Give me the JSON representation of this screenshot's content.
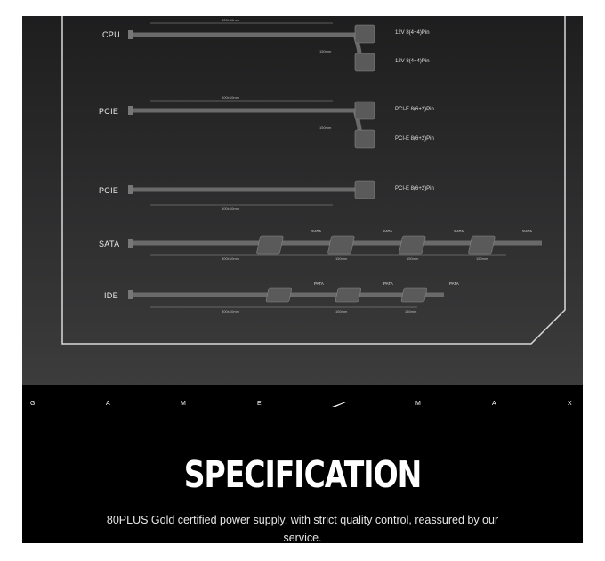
{
  "cables": [
    {
      "name": "CPU",
      "connectors": [
        "12V 8(4+4)Pin",
        "12V 8(4+4)Pin"
      ],
      "lengths": [
        "600±10mm",
        "150mm"
      ]
    },
    {
      "name": "PCIE",
      "connectors": [
        "PCI-E 8(6+2)Pin",
        "PCI-E 8(6+2)Pin"
      ],
      "lengths": [
        "600±10mm",
        "150mm"
      ]
    },
    {
      "name": "PCIE",
      "connectors": [
        "PCI-E 8(6+2)Pin"
      ],
      "lengths": [
        "600±10mm"
      ]
    },
    {
      "name": "SATA",
      "connectors": [
        "SATA",
        "SATA",
        "SATA",
        "SATA"
      ],
      "lengths": [
        "300±10mm",
        "150mm",
        "150mm",
        "150mm"
      ]
    },
    {
      "name": "IDE",
      "connectors": [
        "PATA",
        "PATA",
        "PATA"
      ],
      "lengths": [
        "300±10mm",
        "150mm",
        "150mm"
      ]
    }
  ],
  "brand_letters": [
    "G",
    "A",
    "M",
    "E",
    "M",
    "A",
    "X"
  ],
  "spec": {
    "title": "SPECIFICATION",
    "description": "80PLUS Gold certified power supply, with strict quality control, reassured by our service."
  },
  "colors": {
    "panel_border": "#d9d9d9",
    "cable": "#6a6a6a",
    "background": "#000000"
  },
  "icons": [
    "brand-slash-icon"
  ]
}
